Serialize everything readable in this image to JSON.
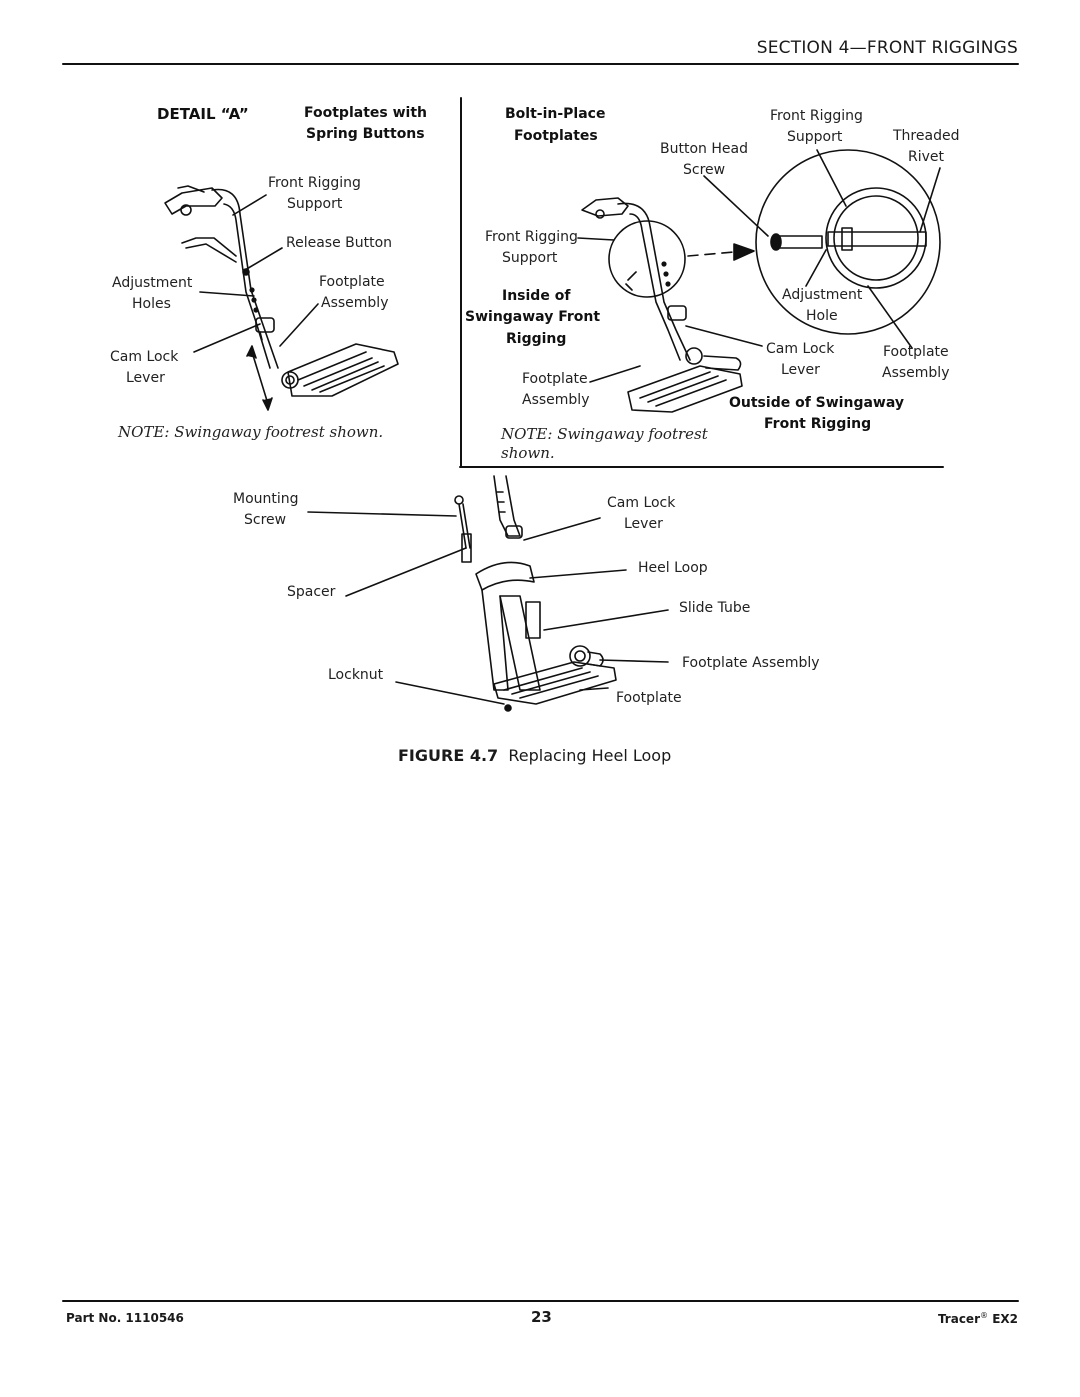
{
  "header": {
    "section_title": "SECTION 4—FRONT RIGGINGS"
  },
  "detail_a": {
    "title": "DETAIL “A”",
    "subtitle_line1": "Footplates with",
    "subtitle_line2": "Spring Buttons",
    "labels": {
      "front_rigging_support_1": "Front Rigging",
      "front_rigging_support_2": "Support",
      "release_button": "Release Button",
      "adjustment_holes_1": "Adjustment",
      "adjustment_holes_2": "Holes",
      "footplate_assembly_1": "Footplate",
      "footplate_assembly_2": "Assembly",
      "cam_lock_lever_1": "Cam Lock",
      "cam_lock_lever_2": "Lever"
    },
    "note": "NOTE: Swingaway footrest shown."
  },
  "bolt_in_place": {
    "title_line1": "Bolt-in-Place",
    "title_line2": "Footplates",
    "labels": {
      "front_rigging_support_1": "Front Rigging",
      "front_rigging_support_2": "Support",
      "button_head_screw_1": "Button Head",
      "button_head_screw_2": "Screw",
      "frs_top_1": "Front Rigging",
      "frs_top_2": "Support",
      "threaded_rivet_1": "Threaded",
      "threaded_rivet_2": "Rivet",
      "adjustment_hole_1": "Adjustment",
      "adjustment_hole_2": "Hole",
      "cam_lock_lever_1": "Cam Lock",
      "cam_lock_lever_2": "Lever",
      "footplate_assembly_r_1": "Footplate",
      "footplate_assembly_r_2": "Assembly",
      "footplate_assembly_1": "Footplate",
      "footplate_assembly_2": "Assembly"
    },
    "inside_1": "Inside of",
    "inside_2": "Swingaway Front",
    "inside_3": "Rigging",
    "outside_1": "Outside of Swingaway",
    "outside_2": "Front Rigging",
    "note_1": "NOTE: Swingaway footrest",
    "note_2": "shown."
  },
  "heel_loop": {
    "labels": {
      "mounting_screw_1": "Mounting",
      "mounting_screw_2": "Screw",
      "spacer": "Spacer",
      "locknut": "Locknut",
      "cam_lock_lever_1": "Cam Lock",
      "cam_lock_lever_2": "Lever",
      "heel_loop": "Heel Loop",
      "slide_tube": "Slide Tube",
      "footplate_assembly": "Footplate Assembly",
      "footplate": "Footplate"
    }
  },
  "figure": {
    "number": "FIGURE 4.7",
    "caption": "Replacing Heel Loop"
  },
  "footer": {
    "part_no": "Part No. 1110546",
    "page_number": "23",
    "product": "Tracer",
    "registered": "®",
    "model": "EX2"
  }
}
